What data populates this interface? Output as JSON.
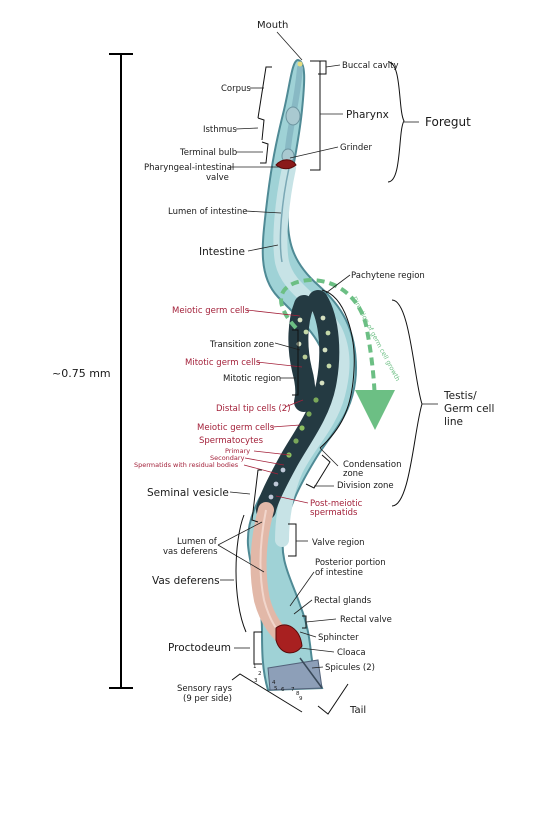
{
  "labels": {
    "mouth": "Mouth",
    "buccal_cavity": "Buccal cavity",
    "pharynx": "Pharynx",
    "foregut": "Foregut",
    "corpus": "Corpus",
    "isthmus": "Isthmus",
    "terminal_bulb": "Terminal bulb",
    "grinder": "Grinder",
    "pi_valve_1": "Pharyngeal-intestinal",
    "pi_valve_2": "valve",
    "lumen_intestine": "Lumen of intestine",
    "intestine": "Intestine",
    "pachytene": "Pachytene region",
    "direction": "Direction of germ cell growth",
    "meiotic_germ_cells_top": "Meiotic germ cells",
    "transition_zone": "Transition zone",
    "mitotic_germ_cells": "Mitotic germ cells",
    "mitotic_region": "Mitotic region",
    "distal_tip": "Distal tip cells (2)",
    "meiotic_germ_cells_mid": "Meiotic germ cells",
    "spermatocytes": "Spermatocytes",
    "primary": "Primary",
    "secondary": "Secondary",
    "spermatids_residual": "Spermatids with residual bodies",
    "testis_1": "Testis/",
    "testis_2": "Germ cell",
    "testis_3": "line",
    "condensation_1": "Condensation",
    "condensation_2": "zone",
    "division_zone": "Division zone",
    "seminal_vesicle": "Seminal vesicle",
    "post_meiotic_1": "Post-meiotic",
    "post_meiotic_2": "spermatids",
    "lumen_vd_1": "Lumen of",
    "lumen_vd_2": "vas deferens",
    "valve_region": "Valve region",
    "posterior_1": "Posterior portion",
    "posterior_2": "of intestine",
    "vas_deferens": "Vas deferens",
    "rectal_glands": "Rectal glands",
    "rectal_valve": "Rectal valve",
    "sphincter": "Sphincter",
    "proctodeum": "Proctodeum",
    "cloaca": "Cloaca",
    "spicules": "Spicules (2)",
    "sensory_1": "Sensory rays",
    "sensory_2": "(9 per side)",
    "tail": "Tail",
    "scale": "~0.75 mm",
    "ray_numbers": [
      "1",
      "2",
      "3",
      "4",
      "5",
      "6",
      "7",
      "8",
      "9"
    ]
  },
  "colors": {
    "body_outer": "#5f9aa5",
    "body_fill": "#9fd2d6",
    "intestine": "#c7e3e6",
    "germline_dark": "#243a42",
    "vas_deferens": "#e2b8a8",
    "red_label": "#a3213a",
    "arrow_green": "#6cbf84"
  }
}
